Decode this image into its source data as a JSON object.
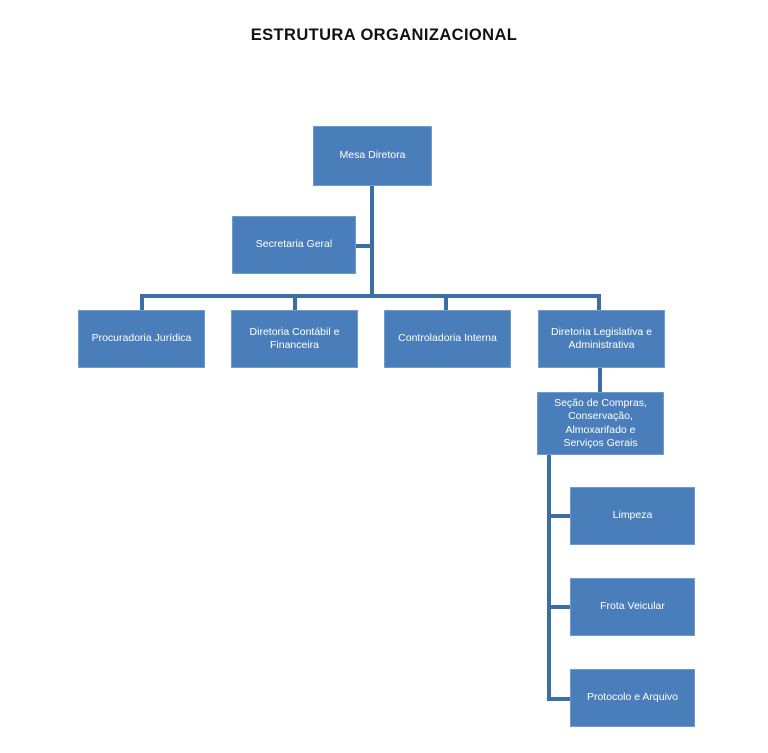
{
  "document": {
    "title": "ESTRUTURA ORGANIZACIONAL"
  },
  "colors": {
    "node_fill": "#4a7ebb",
    "node_border": "#6f9ccd",
    "connector": "#3b6ea5",
    "node_text": "#ffffff",
    "title_text": "#111111",
    "background": "#ffffff"
  },
  "chart_data": {
    "type": "diagram",
    "diagram_kind": "organizational-chart",
    "title": "ESTRUTURA ORGANIZACIONAL",
    "orientation": "top-down",
    "nodes": [
      {
        "id": "mesa-diretora",
        "label": "Mesa Diretora",
        "level": 0,
        "parent": null
      },
      {
        "id": "secretaria-geral",
        "label": "Secretaria Geral",
        "level": 1,
        "parent": "mesa-diretora",
        "attachment": "staff-left"
      },
      {
        "id": "procuradoria-juridica",
        "label": "Procuradoria Jurídica",
        "level": 2,
        "parent": "mesa-diretora"
      },
      {
        "id": "diretoria-contabil-financeira",
        "label": "Diretoria Contábil e\nFinanceira",
        "level": 2,
        "parent": "mesa-diretora"
      },
      {
        "id": "controladoria-interna",
        "label": "Controladoria Interna",
        "level": 2,
        "parent": "mesa-diretora"
      },
      {
        "id": "diretoria-legislativa-administrativa",
        "label": "Diretoria Legislativa e\nAdministrativa",
        "level": 2,
        "parent": "mesa-diretora"
      },
      {
        "id": "secao-compras",
        "label": "Seção de Compras,\nConservação,\nAlmoxarifado e\nServiços Gerais",
        "level": 3,
        "parent": "diretoria-legislativa-administrativa"
      },
      {
        "id": "limpeza",
        "label": "Limpeza",
        "level": 4,
        "parent": "secao-compras"
      },
      {
        "id": "frota-veicular",
        "label": "Frota Veicular",
        "level": 4,
        "parent": "secao-compras"
      },
      {
        "id": "protocolo-arquivo",
        "label": "Protocolo e Arquivo",
        "level": 4,
        "parent": "secao-compras"
      }
    ],
    "edges": [
      {
        "from": "mesa-diretora",
        "to": "secretaria-geral"
      },
      {
        "from": "mesa-diretora",
        "to": "procuradoria-juridica"
      },
      {
        "from": "mesa-diretora",
        "to": "diretoria-contabil-financeira"
      },
      {
        "from": "mesa-diretora",
        "to": "controladoria-interna"
      },
      {
        "from": "mesa-diretora",
        "to": "diretoria-legislativa-administrativa"
      },
      {
        "from": "diretoria-legislativa-administrativa",
        "to": "secao-compras"
      },
      {
        "from": "secao-compras",
        "to": "limpeza"
      },
      {
        "from": "secao-compras",
        "to": "frota-veicular"
      },
      {
        "from": "secao-compras",
        "to": "protocolo-arquivo"
      }
    ]
  }
}
